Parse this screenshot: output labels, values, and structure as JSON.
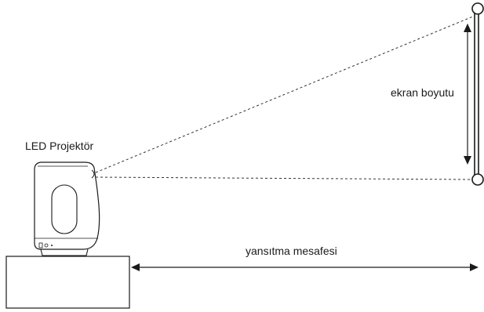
{
  "labels": {
    "projector": "LED Projektör",
    "screen_size": "ekran boyutu",
    "projection_distance": "yansıtma mesafesi"
  },
  "colors": {
    "line": "#1a1a1a",
    "dashed": "#333333",
    "background": "#ffffff"
  }
}
